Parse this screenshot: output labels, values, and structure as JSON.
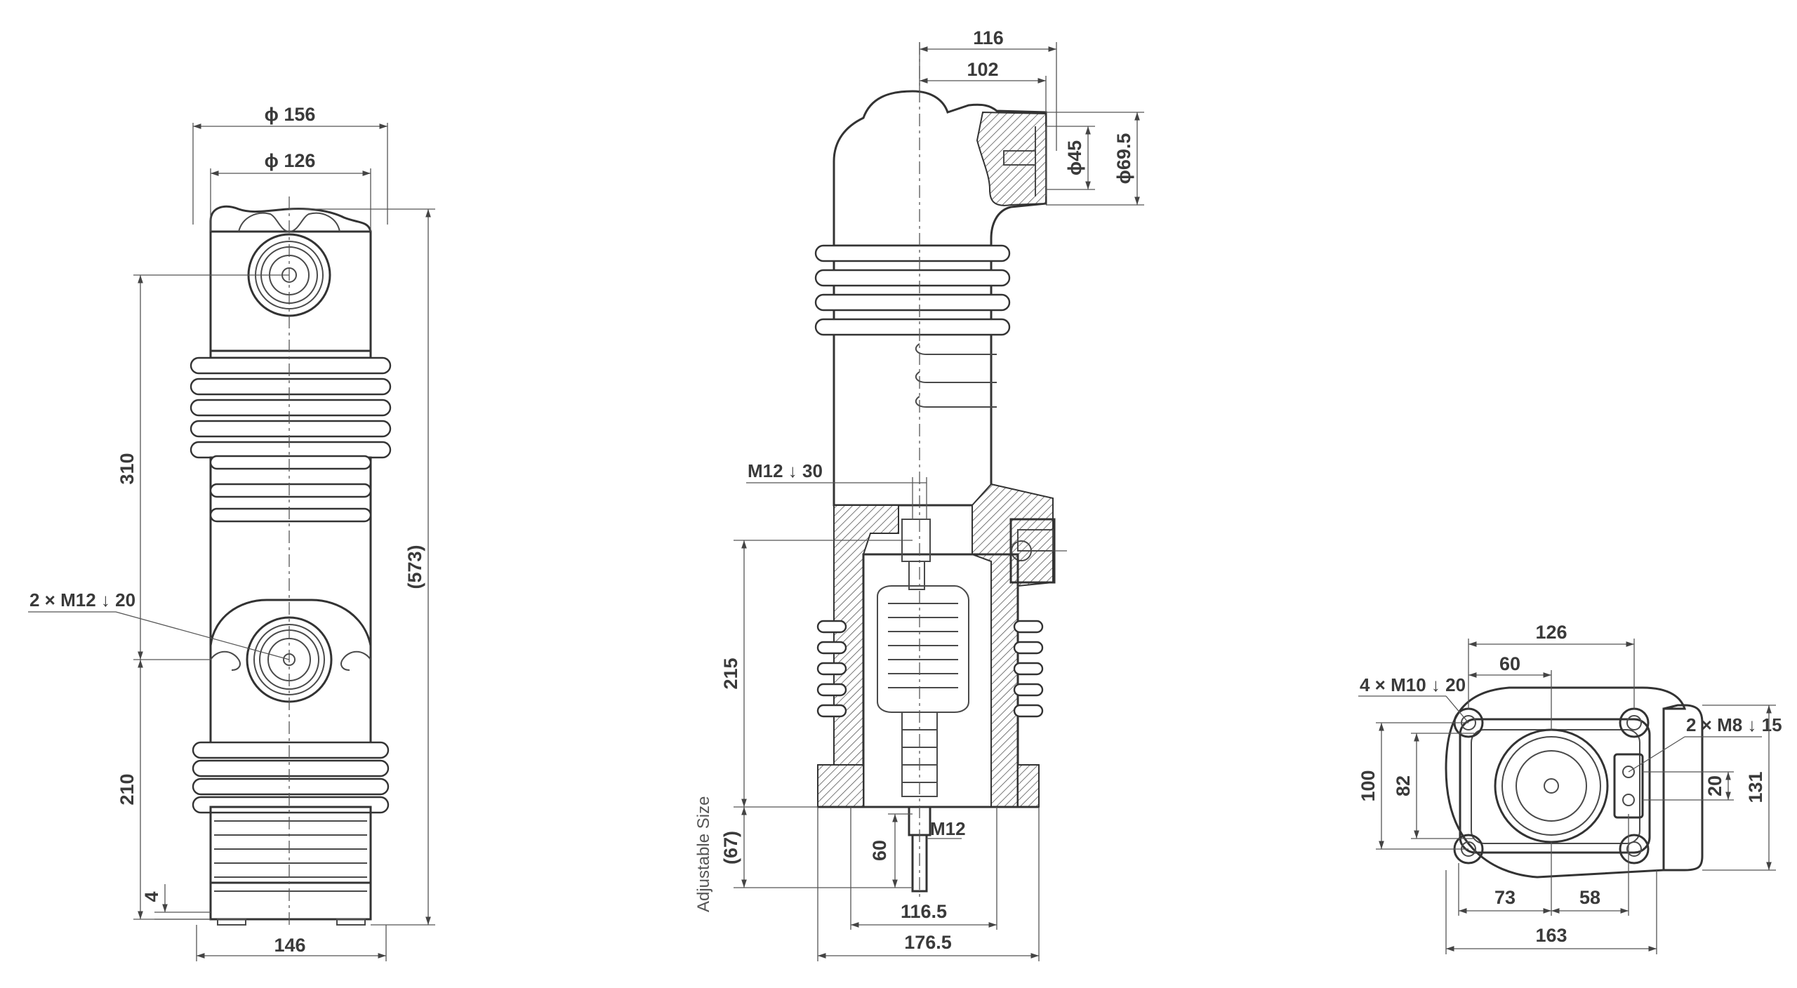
{
  "drawing": {
    "front_view": {
      "dim_outer_diameter": "ϕ 156",
      "dim_inner_diameter": "ϕ 126",
      "dim_height_upper": "310",
      "dim_height_lower": "210",
      "dim_total_height": "(573)",
      "dim_base_offset": "4",
      "dim_base_width": "146",
      "note_threads": "2 × M12 ↓ 20"
    },
    "side_view": {
      "dim_top_width_outer": "116",
      "dim_top_width_inner": "102",
      "dim_terminal_diameter": "ϕ45",
      "dim_terminal_outer_diameter": "ϕ69.5",
      "note_thread_top": "M12 ↓ 30",
      "dim_body_height": "215",
      "dim_adjustable": "(67)",
      "label_adjustable": "Adjustable Size",
      "note_rod_thread": "M12",
      "dim_rod_length": "60",
      "dim_width_116_5": "116.5",
      "dim_width_176_5": "176.5"
    },
    "bottom_view": {
      "dim_top_126": "126",
      "dim_top_60": "60",
      "note_mount_holes": "4 × M10 ↓ 20",
      "note_side_holes": "2 × M8 ↓ 15",
      "dim_height_100": "100",
      "dim_height_82": "82",
      "dim_height_20": "20",
      "dim_height_131": "131",
      "dim_bottom_73": "73",
      "dim_bottom_58": "58",
      "dim_bottom_163": "163"
    }
  }
}
